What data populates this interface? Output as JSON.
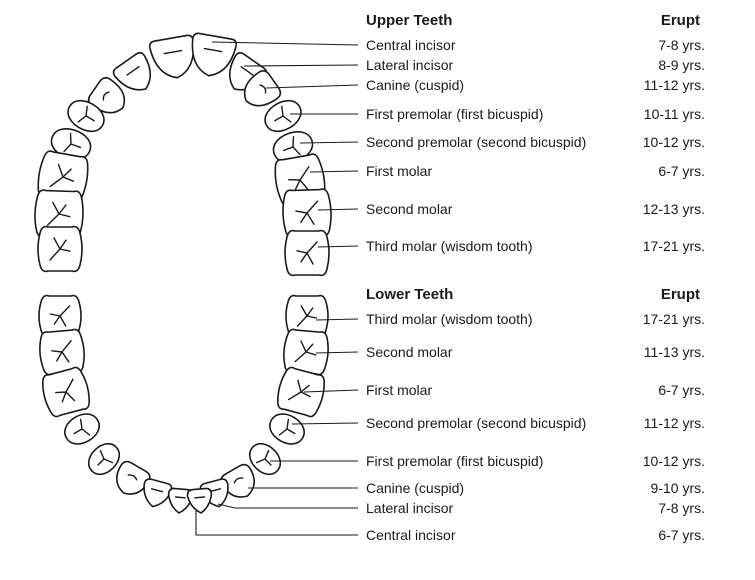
{
  "upper": {
    "heading": "Upper Teeth",
    "erupt_heading": "Erupt",
    "rows": [
      {
        "name": "Central incisor",
        "age": "7-8 yrs."
      },
      {
        "name": "Lateral incisor",
        "age": "8-9 yrs."
      },
      {
        "name": "Canine (cuspid)",
        "age": "11-12 yrs."
      },
      {
        "name": "First premolar (first bicuspid)",
        "age": "10-11 yrs."
      },
      {
        "name": "Second premolar (second bicuspid)",
        "age": "10-12 yrs."
      },
      {
        "name": "First molar",
        "age": "6-7 yrs."
      },
      {
        "name": "Second molar",
        "age": "12-13 yrs."
      },
      {
        "name": "Third molar (wisdom tooth)",
        "age": "17-21 yrs."
      }
    ]
  },
  "lower": {
    "heading": "Lower Teeth",
    "erupt_heading": "Erupt",
    "rows": [
      {
        "name": "Third molar (wisdom tooth)",
        "age": "17-21 yrs."
      },
      {
        "name": "Second molar",
        "age": "11-13 yrs."
      },
      {
        "name": "First molar",
        "age": "6-7 yrs."
      },
      {
        "name": "Second premolar (second bicuspid)",
        "age": "11-12 yrs."
      },
      {
        "name": "First premolar (first bicuspid)",
        "age": "10-12 yrs."
      },
      {
        "name": "Canine (cuspid)",
        "age": "9-10 yrs."
      },
      {
        "name": "Lateral incisor",
        "age": "7-8 yrs."
      },
      {
        "name": "Central incisor",
        "age": "6-7 yrs."
      }
    ]
  },
  "colors": {
    "ink": "#1a1a1a",
    "tooth_fill": "#ffffff"
  }
}
